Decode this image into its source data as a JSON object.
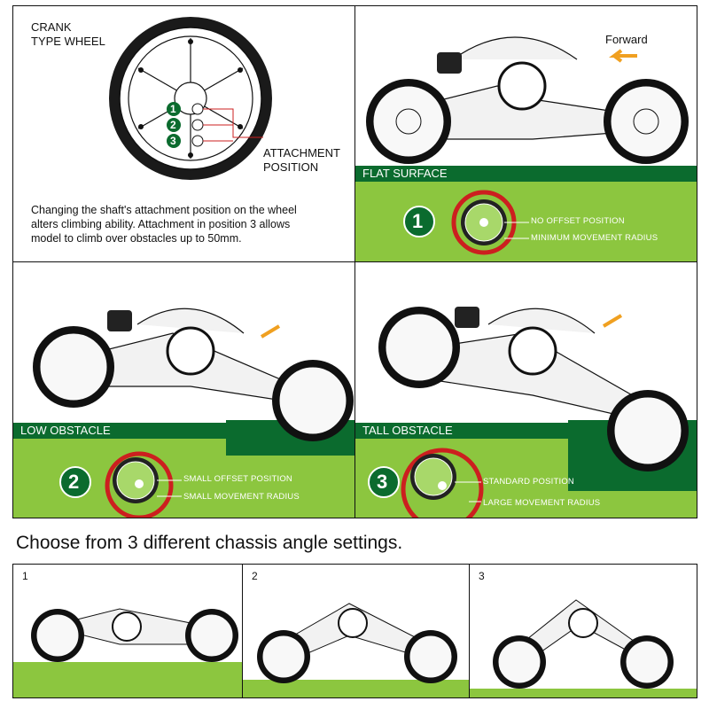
{
  "crank_panel": {
    "title_line1": "CRANK",
    "title_line2": "TYPE WHEEL",
    "attachment_label_line1": "ATTACHMENT",
    "attachment_label_line2": "POSITION",
    "position_numbers": [
      "1",
      "2",
      "3"
    ],
    "description_line1": "Changing the shaft's attachment  position on the wheel",
    "description_line2": "alters climbing ability. Attachment in position 3 allows",
    "description_line3": "model to climb over obstacles up to 50mm."
  },
  "flat_panel": {
    "direction_label": "Forward",
    "band_label": "FLAT SURFACE",
    "badge": "1",
    "offset_label": "NO OFFSET POSITION",
    "radius_label": "MINIMUM MOVEMENT RADIUS"
  },
  "low_panel": {
    "band_label": "LOW OBSTACLE",
    "badge": "2",
    "offset_label": "SMALL OFFSET POSITION",
    "radius_label": "SMALL MOVEMENT RADIUS"
  },
  "tall_panel": {
    "band_label": "TALL OBSTACLE",
    "badge": "3",
    "offset_label": "STANDARD POSITION",
    "radius_label": "LARGE MOVEMENT RADIUS"
  },
  "chassis": {
    "heading": "Choose from 3 different chassis angle settings.",
    "settings": [
      "1",
      "2",
      "3"
    ]
  },
  "colors": {
    "dark_green": "#0b6b2e",
    "light_green": "#8cc63f",
    "arrow_orange": "#f0a020",
    "offset_red": "#cc1f1f"
  }
}
